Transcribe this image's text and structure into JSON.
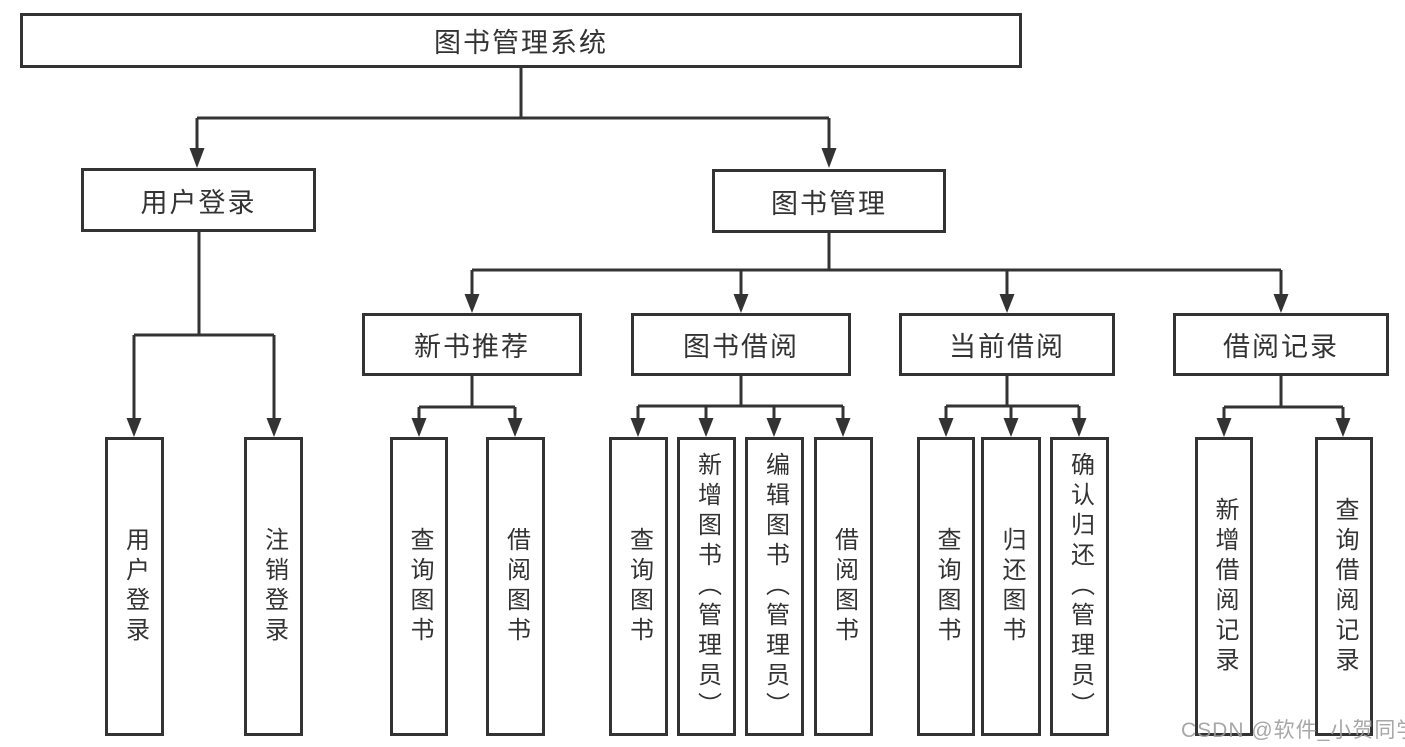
{
  "tree": {
    "root": {
      "label": "图书管理系统"
    },
    "branches": [
      {
        "label": "用户登录",
        "children": [
          {
            "label": "用户登录"
          },
          {
            "label": "注销登录"
          }
        ]
      },
      {
        "label": "图书管理",
        "sections": [
          {
            "label": "新书推荐",
            "children": [
              {
                "label": "查询图书"
              },
              {
                "label": "借阅图书"
              }
            ]
          },
          {
            "label": "图书借阅",
            "children": [
              {
                "label": "查询图书"
              },
              {
                "label": "新增图书（管理员）"
              },
              {
                "label": "编辑图书（管理员）"
              },
              {
                "label": "借阅图书"
              }
            ]
          },
          {
            "label": "当前借阅",
            "children": [
              {
                "label": "查询图书"
              },
              {
                "label": "归还图书"
              },
              {
                "label": "确认归还（管理员）"
              }
            ]
          },
          {
            "label": "借阅记录",
            "children": [
              {
                "label": "新增借阅记录"
              },
              {
                "label": "查询借阅记录"
              }
            ]
          }
        ]
      }
    ]
  },
  "watermark": {
    "text": "CSDN @软件_小贺同学"
  },
  "colors": {
    "line": "#333333",
    "text": "#333333",
    "watermark": "#9e9e9e",
    "background": "#ffffff"
  }
}
